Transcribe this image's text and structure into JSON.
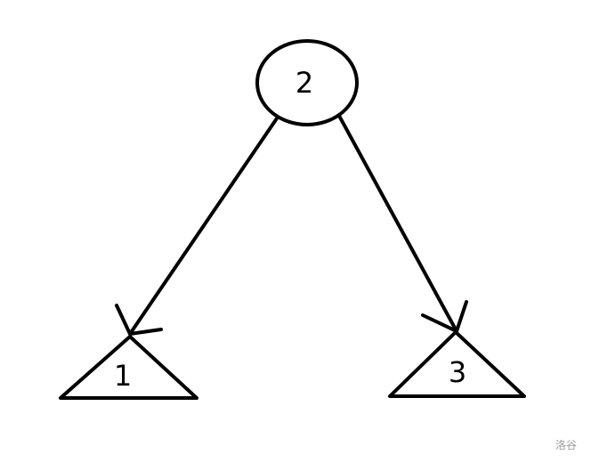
{
  "nodes": {
    "root": {
      "label": "2",
      "shape": "ellipse"
    },
    "left": {
      "label": "1",
      "shape": "triangle"
    },
    "right": {
      "label": "3",
      "shape": "triangle"
    }
  },
  "edges": [
    {
      "from": "2",
      "to": "1"
    },
    {
      "from": "2",
      "to": "3"
    }
  ],
  "watermark": "洛谷",
  "colors": {
    "stroke": "#000000",
    "watermark": "#999999"
  }
}
